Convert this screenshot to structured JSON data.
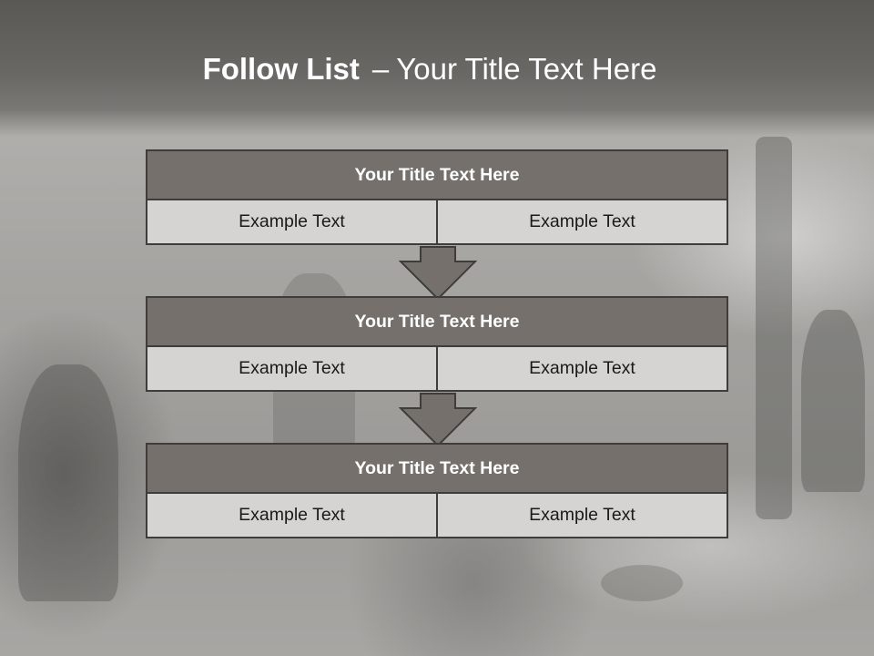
{
  "slide": {
    "title_bold": "Follow List",
    "title_dash": "–",
    "title_rest": "Your Title Text Here"
  },
  "blocks": [
    {
      "title": "Your Title Text Here",
      "left": "Example Text",
      "right": "Example Text"
    },
    {
      "title": "Your Title Text Here",
      "left": "Example Text",
      "right": "Example Text"
    },
    {
      "title": "Your Title Text Here",
      "left": "Example Text",
      "right": "Example Text"
    }
  ],
  "colors": {
    "header_fill": "#75706b",
    "cell_fill": "#d5d4d2",
    "border": "#3f3d3b",
    "arrow_fill": "#75706b"
  },
  "icons": [
    "down-arrow-icon",
    "down-arrow-icon"
  ]
}
